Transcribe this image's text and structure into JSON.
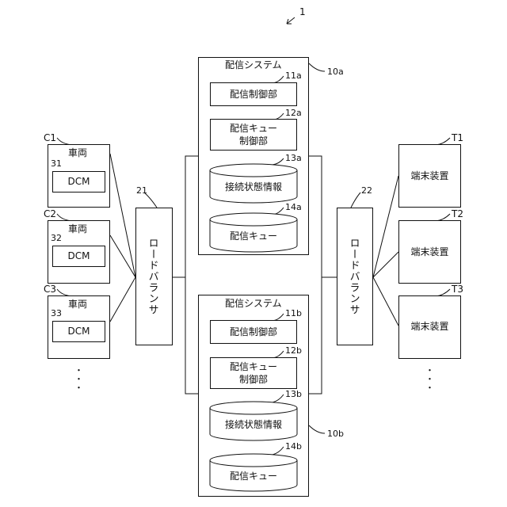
{
  "figure_ref": "1",
  "distribution_systems": [
    {
      "label": "配信システム",
      "ref": "10a",
      "units": [
        {
          "label": "配信制御部",
          "ref": "11a"
        },
        {
          "label_line1": "配信キュー",
          "label_line2": "制御部",
          "ref": "12a"
        },
        {
          "label": "接続状態情報",
          "ref": "13a"
        },
        {
          "label": "配信キュー",
          "ref": "14a"
        }
      ]
    },
    {
      "label": "配信システム",
      "ref": "10b",
      "units": [
        {
          "label": "配信制御部",
          "ref": "11b"
        },
        {
          "label_line1": "配信キュー",
          "label_line2": "制御部",
          "ref": "12b"
        },
        {
          "label": "接続状態情報",
          "ref": "13b"
        },
        {
          "label": "配信キュー",
          "ref": "14b"
        }
      ]
    }
  ],
  "vehicles": [
    {
      "id": "C1",
      "label": "車両",
      "dcm_label": "DCM",
      "dcm_ref": "31"
    },
    {
      "id": "C2",
      "label": "車両",
      "dcm_label": "DCM",
      "dcm_ref": "32"
    },
    {
      "id": "C3",
      "label": "車両",
      "dcm_label": "DCM",
      "dcm_ref": "33"
    }
  ],
  "load_balancers": [
    {
      "ref": "21",
      "label": "ロードバランサ"
    },
    {
      "ref": "22",
      "label": "ロードバランサ"
    }
  ],
  "terminals": [
    {
      "id": "T1",
      "label": "端末装置"
    },
    {
      "id": "T2",
      "label": "端末装置"
    },
    {
      "id": "T3",
      "label": "端末装置"
    }
  ],
  "ellipsis": "・\n・\n・"
}
